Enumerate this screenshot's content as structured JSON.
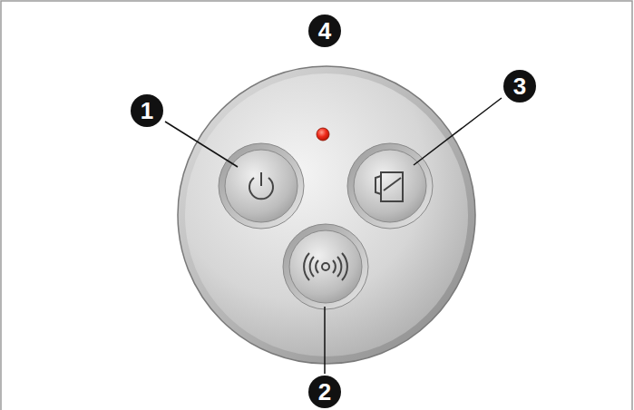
{
  "diagram": {
    "labels": [
      "4",
      "1",
      "3",
      "2"
    ]
  }
}
